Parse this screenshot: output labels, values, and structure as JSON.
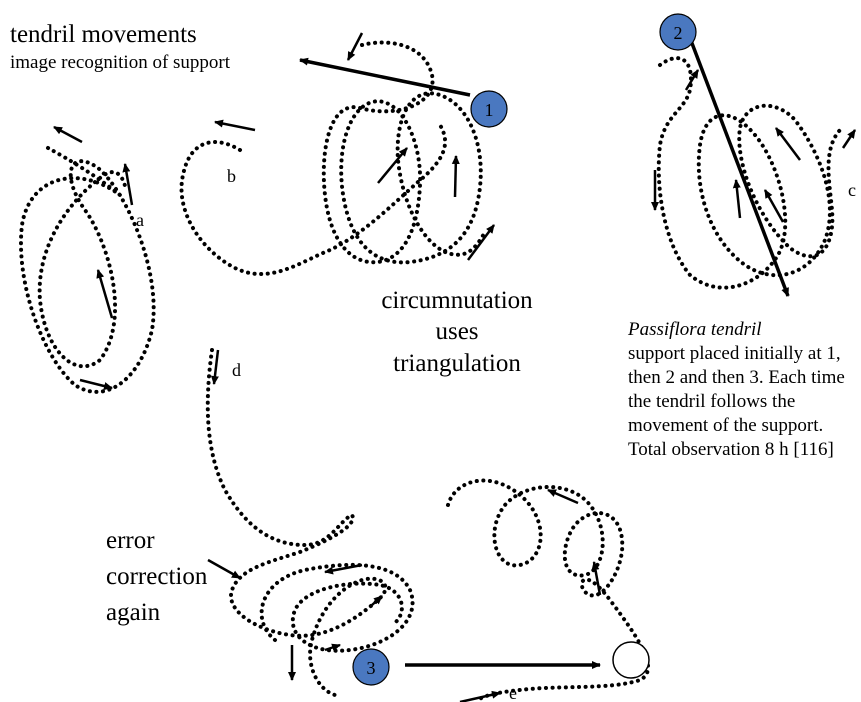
{
  "heading": {
    "title": "tendril movements",
    "subtitle": "image recognition of support"
  },
  "annotations": {
    "circumnutation_1": "circumnutation",
    "circumnutation_2": "uses",
    "circumnutation_3": "triangulation",
    "error_1": "error",
    "error_2": "correction",
    "error_3": "again"
  },
  "path_labels": {
    "a": "a",
    "b": "b",
    "c": "c",
    "d": "d",
    "e": "e"
  },
  "supports": {
    "s1": "1",
    "s2": "2",
    "s3": "3"
  },
  "caption": {
    "species": "Passiflora tendril",
    "body": "support placed initially at 1, then 2 and then 3. Each time the tendril follows the movement of the support. Total observation 8 h [116]"
  },
  "colors": {
    "support_marker": "#4a78c0",
    "final_support": "#ffffff",
    "ink": "#000000"
  }
}
